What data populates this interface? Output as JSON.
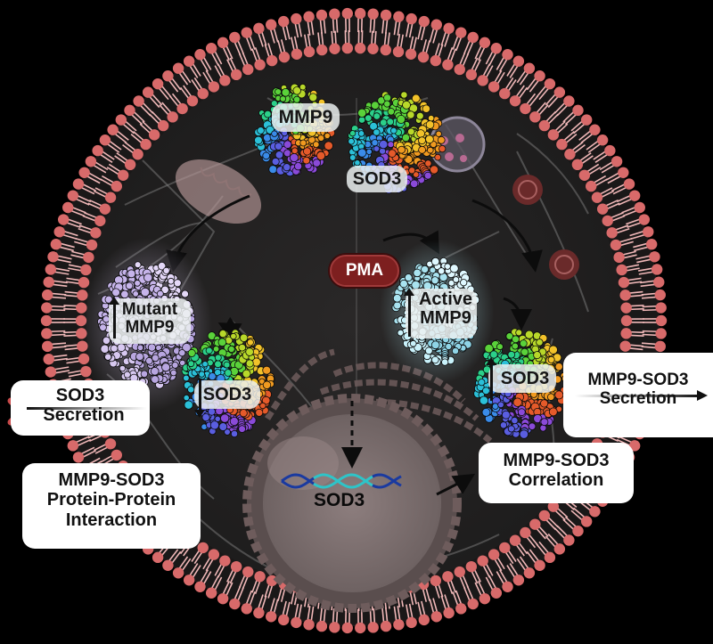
{
  "figure": {
    "title": "MMP9-SOD3 interaction in the cell",
    "colors": {
      "background": "#000000",
      "membrane_head": "#d86a6a",
      "membrane_tail": "#f0b8b8",
      "cytoplasm": "#232222",
      "pma_fill": "#7d1f1f",
      "dna_dark": "#1a3aa0",
      "dna_light": "#2ec4c8",
      "inhibit_x": "#c94a4a"
    }
  },
  "proteins": {
    "top_mmp9": "MMP9",
    "top_sod3": "SOD3",
    "mutant_mmp9_line1": "Mutant",
    "mutant_mmp9_line2": "MMP9",
    "left_sod3": "SOD3",
    "active_mmp9_line1": "Active",
    "active_mmp9_line2": "MMP9",
    "right_sod3": "SOD3"
  },
  "stimulus": {
    "pma": "PMA"
  },
  "gene": {
    "label": "SOD3"
  },
  "callouts": {
    "left_secretion": {
      "line1": "SOD3",
      "line2": "Secretion",
      "status": "blocked"
    },
    "interaction": {
      "line1": "MMP9-SOD3",
      "line2": "Protein-Protein",
      "line3": "Interaction"
    },
    "right_secretion": {
      "line1": "MMP9-SOD3",
      "line2": "Secretion",
      "status": "exported"
    },
    "correlation": {
      "line1": "MMP9-SOD3",
      "line2": "Correlation"
    }
  },
  "arrows": {
    "mutant_mmp9": "up",
    "left_sod3": "down",
    "active_mmp9": "up",
    "right_sod3": "up"
  }
}
